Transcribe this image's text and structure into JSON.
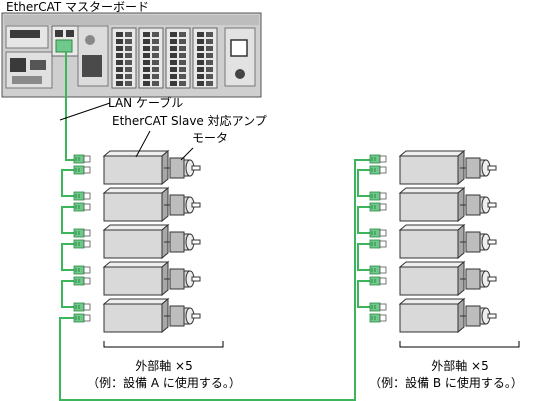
{
  "labels": {
    "master_board": "EtherCAT マスターボード",
    "lan_cable": "LAN ケーブル",
    "slave_amp": "EtherCAT Slave 対応アンプ",
    "motor": "モータ"
  },
  "groups": [
    {
      "title": "外部軸 ×5",
      "note": "（例：設備 A に使用する。）"
    },
    {
      "title": "外部軸 ×5",
      "note": "（例：設備 B に使用する。）"
    }
  ],
  "colors": {
    "cable": "#3db55a",
    "connector": "#6fc98a",
    "amp_face": "#d9d9d9",
    "amp_top": "#efefef",
    "amp_side": "#a8a8a8",
    "board": "#cfcfcf",
    "board_dark": "#3a3a3a"
  },
  "axes_per_group": 5
}
